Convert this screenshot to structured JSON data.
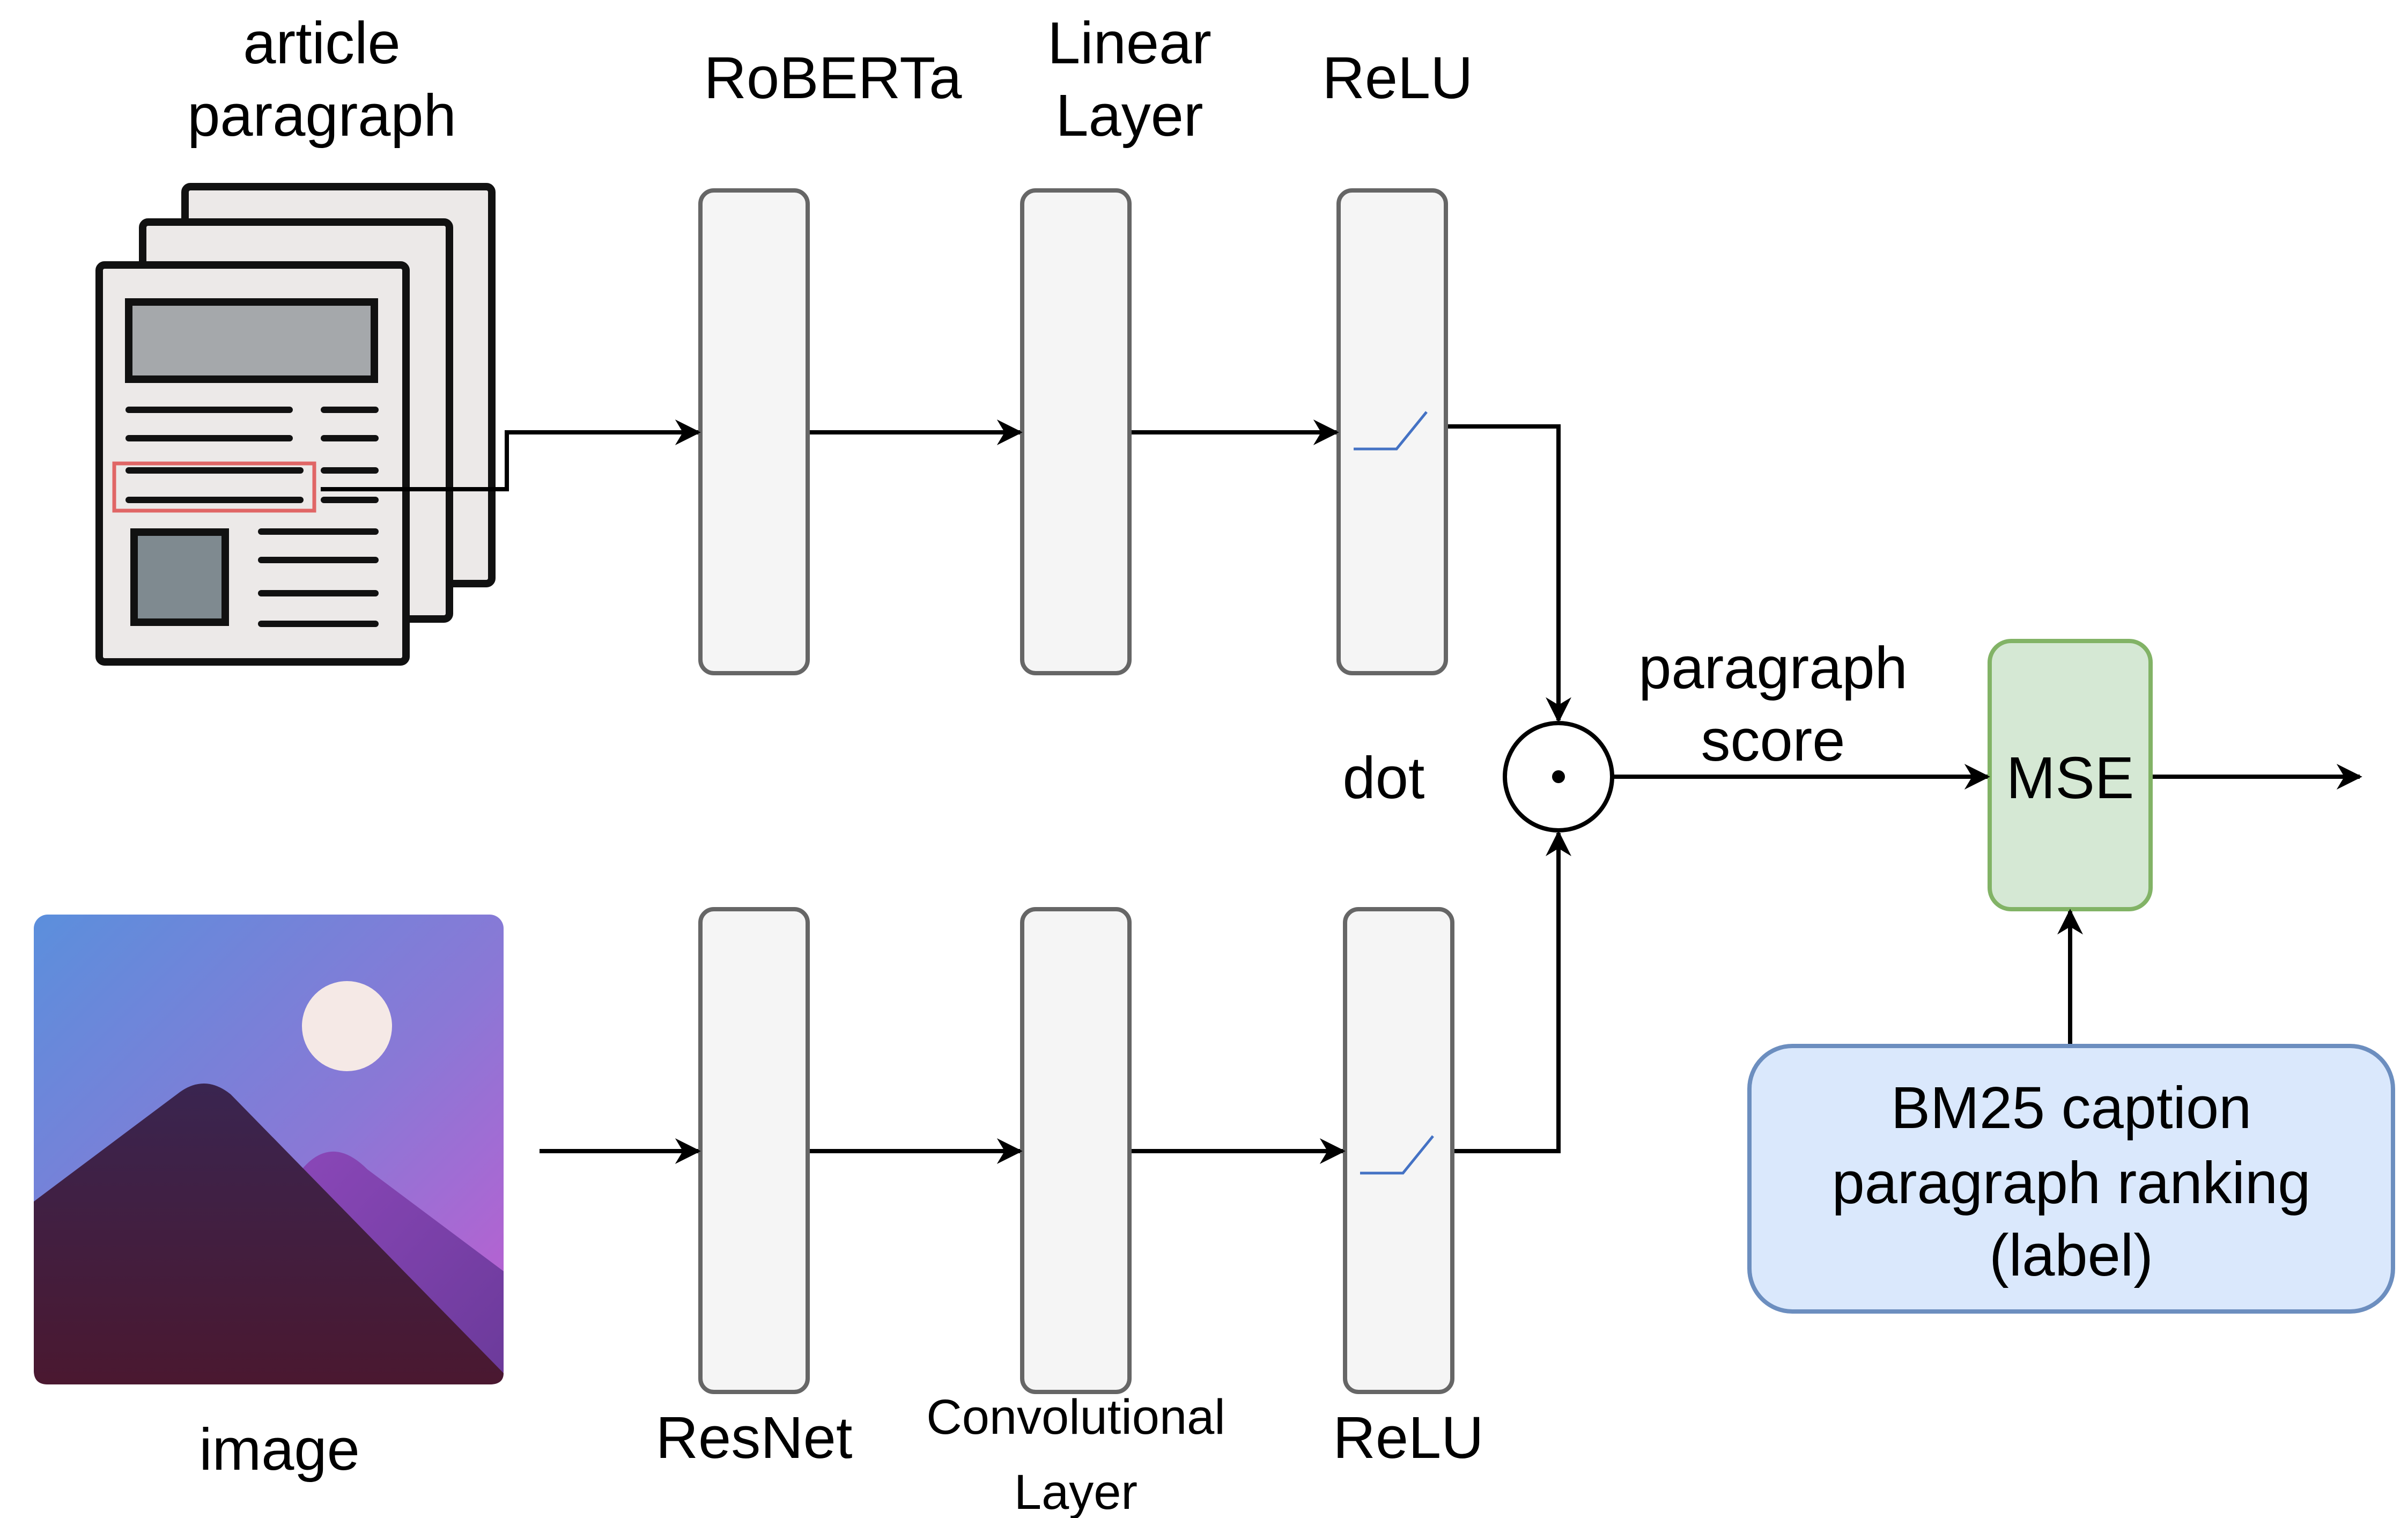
{
  "labels": {
    "article_line1": "article",
    "article_line2": "paragraph",
    "roberta": "RoBERTa",
    "linear_line1": "Linear",
    "linear_line2": "Layer",
    "relu_top": "ReLU",
    "dot": "dot",
    "dot_symbol": "⊙",
    "score_line1": "paragraph",
    "score_line2": "score",
    "mse": "MSE",
    "image": "image",
    "resnet": "ResNet",
    "conv_line1": "Convolutional",
    "conv_line2": "Layer",
    "relu_bottom": "ReLU",
    "bm25_line1": "BM25 caption",
    "bm25_line2": "paragraph ranking",
    "bm25_line3": "(label)"
  },
  "colors": {
    "block_fill": "#f5f5f5",
    "block_stroke": "#666666",
    "mse_fill": "#d5e8d4",
    "mse_stroke": "#82b366",
    "label_fill": "#dae8fc",
    "label_stroke": "#6c8ebf",
    "highlight": "#e06666",
    "relu_curve": "#4472c4"
  },
  "icons": {
    "article": "newspaper-stack-icon",
    "image": "mountain-landscape-icon"
  }
}
